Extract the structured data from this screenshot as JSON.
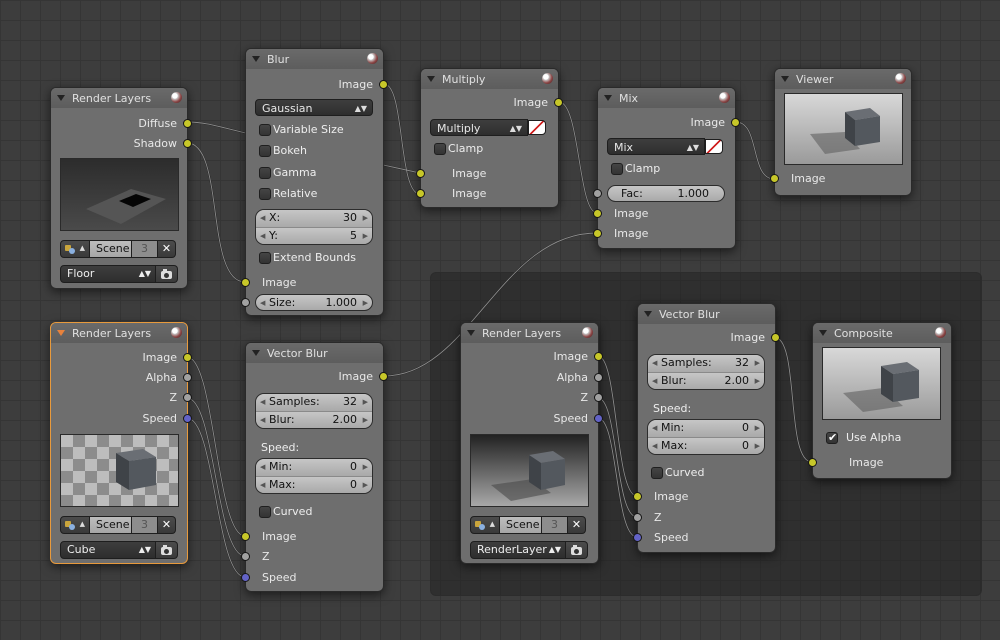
{
  "nodes": {
    "render_layers_floor": {
      "title": "Render Layers",
      "outputs": [
        "Diffuse",
        "Shadow"
      ],
      "scene": {
        "name": "Scene",
        "count": "3"
      },
      "layer": "Floor"
    },
    "blur": {
      "title": "Blur",
      "output": "Image",
      "filter": "Gaussian",
      "options": [
        "Variable Size",
        "Bokeh",
        "Gamma",
        "Relative"
      ],
      "x": {
        "label": "X:",
        "value": "30"
      },
      "y": {
        "label": "Y:",
        "value": "5"
      },
      "extend_bounds": "Extend Bounds",
      "input": "Image",
      "size": {
        "label": "Size:",
        "value": "1.000"
      }
    },
    "multiply": {
      "title": "Multiply",
      "output": "Image",
      "blend": "Multiply",
      "clamp": "Clamp",
      "inputs": [
        "Image",
        "Image"
      ]
    },
    "mix": {
      "title": "Mix",
      "output": "Image",
      "blend": "Mix",
      "clamp": "Clamp",
      "fac": {
        "label": "Fac:",
        "value": "1.000"
      },
      "inputs": [
        "Image",
        "Image"
      ]
    },
    "viewer": {
      "title": "Viewer",
      "input": "Image"
    },
    "render_layers_cube": {
      "title": "Render Layers",
      "outputs": [
        "Image",
        "Alpha",
        "Z",
        "Speed"
      ],
      "scene": {
        "name": "Scene",
        "count": "3"
      },
      "layer": "Cube"
    },
    "vector_blur_1": {
      "title": "Vector Blur",
      "output": "Image",
      "samples": {
        "label": "Samples:",
        "value": "32"
      },
      "blur": {
        "label": "Blur:",
        "value": "2.00"
      },
      "speed_label": "Speed:",
      "min": {
        "label": "Min:",
        "value": "0"
      },
      "max": {
        "label": "Max:",
        "value": "0"
      },
      "curved": "Curved",
      "inputs": [
        "Image",
        "Z",
        "Speed"
      ]
    },
    "render_layers_main": {
      "title": "Render Layers",
      "outputs": [
        "Image",
        "Alpha",
        "Z",
        "Speed"
      ],
      "scene": {
        "name": "Scene",
        "count": "3"
      },
      "layer": "RenderLayer"
    },
    "vector_blur_2": {
      "title": "Vector Blur",
      "output": "Image",
      "samples": {
        "label": "Samples:",
        "value": "32"
      },
      "blur": {
        "label": "Blur:",
        "value": "2.00"
      },
      "speed_label": "Speed:",
      "min": {
        "label": "Min:",
        "value": "0"
      },
      "max": {
        "label": "Max:",
        "value": "0"
      },
      "curved": "Curved",
      "inputs": [
        "Image",
        "Z",
        "Speed"
      ]
    },
    "composite": {
      "title": "Composite",
      "use_alpha": "Use Alpha",
      "input": "Image"
    }
  },
  "colors": {
    "image_socket": "#c7c729",
    "value_socket": "#a1a1a1",
    "vector_socket": "#6363c7",
    "active_border": "#e89a3c",
    "link": "#1c1c1c"
  }
}
